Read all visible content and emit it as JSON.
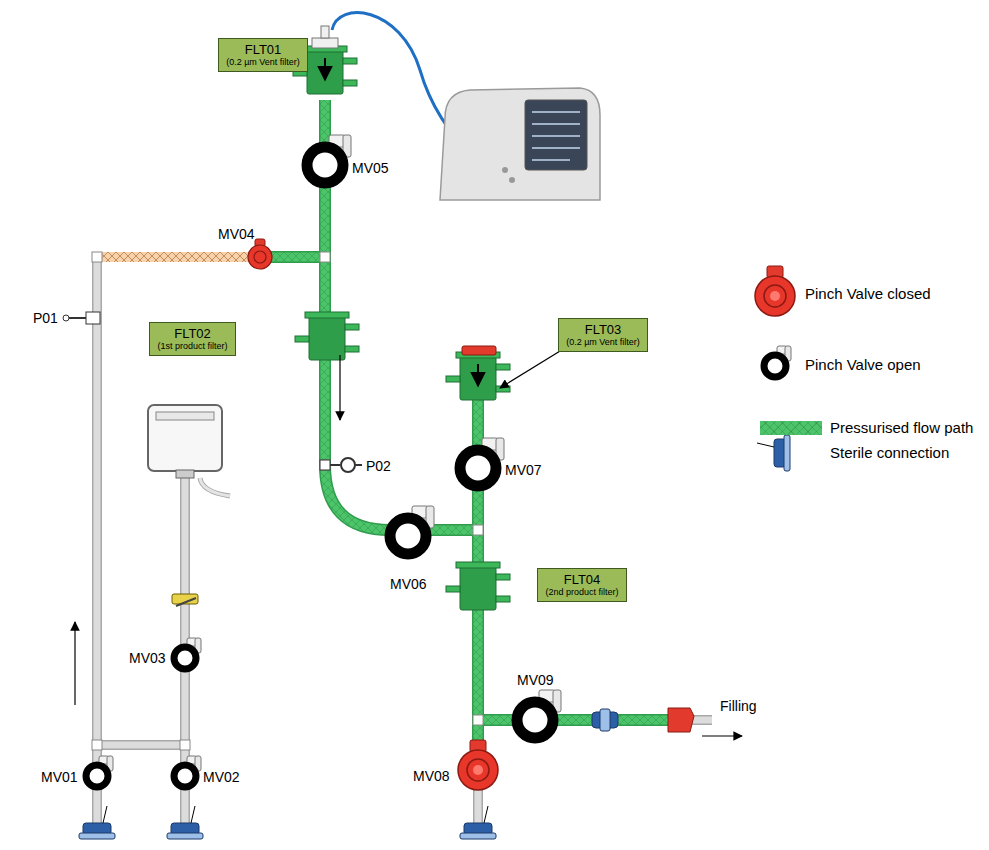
{
  "diagram": {
    "nodes": [
      {
        "text": [
          "FLT01",
          "(0.2 µm Vent filter)"
        ]
      },
      {
        "text": [
          "FLT02",
          "(1st product filter)"
        ]
      },
      {
        "text": [
          "FLT03",
          "(0.2 µm Vent filter)"
        ]
      },
      {
        "text": [
          "FLT04",
          "(2nd product filter)"
        ]
      }
    ],
    "labels": [
      "MV05",
      "MV04",
      "P01",
      "P02",
      "MV06",
      "MV07",
      "MV03",
      "MV09",
      "Filling",
      "MV08",
      "MV01",
      "MV02"
    ],
    "legend": [
      {
        "text": "Pinch Valve closed"
      },
      {
        "text": "Pinch Valve open"
      },
      {
        "text": "Pressurised flow path",
        "color": "#4cc46a"
      },
      {
        "text": "Sterile connection"
      }
    ]
  }
}
